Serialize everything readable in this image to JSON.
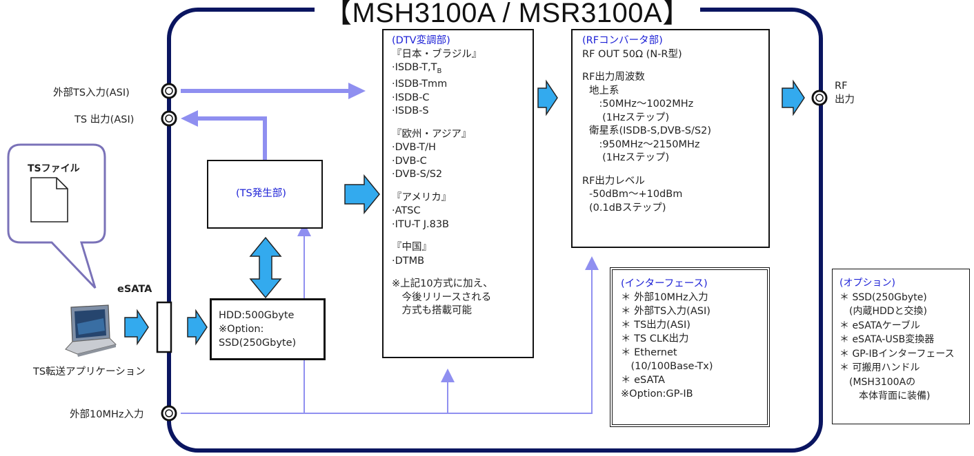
{
  "title": "【MSH3100A / MSR3100A】",
  "colors": {
    "frame": "#0a1560",
    "thin_line": "#8f8ff0",
    "block_arrow_fill": "#33aaee",
    "heading_blue": "#1e22d6"
  },
  "ports": {
    "ext_ts_in": "外部TS入力(ASI)",
    "ts_out": "TS 出力(ASI)",
    "ext_10mhz": "外部10MHz入力",
    "rf_out": [
      "RF",
      "出力"
    ]
  },
  "callout": {
    "label": "TSファイル",
    "icon": "document-icon"
  },
  "esata_label": "eSATA",
  "laptop": {
    "icon": "laptop-icon",
    "label": "TS転送アプリケーション"
  },
  "ts_gen": {
    "title": "(TS発生部)"
  },
  "hdd": {
    "lines": [
      "HDD:500Gbyte",
      "※Option:",
      "SSD(250Gbyte)"
    ]
  },
  "dtv": {
    "title": "(DTV変調部)",
    "groups": [
      {
        "header": "『日本・ブラジル』",
        "items": [
          "·ISDB-T,T",
          "·ISDB-Tmm",
          "·ISDB-C",
          "·ISDB-S"
        ],
        "first_item_subscript": "B"
      },
      {
        "header": "『欧州・アジア』",
        "items": [
          "·DVB-T/H",
          "·DVB-C",
          "·DVB-S/S2"
        ]
      },
      {
        "header": "『アメリカ』",
        "items": [
          "·ATSC",
          "·ITU-T J.83B"
        ]
      },
      {
        "header": "『中国』",
        "items": [
          "·DTMB"
        ]
      }
    ],
    "note": [
      "※上記10方式に加え、",
      "　今後リリースされる",
      "　方式も搭載可能"
    ]
  },
  "rf": {
    "title": "(RFコンバータ部)",
    "out": "RF OUT 50Ω (N-R型)",
    "freq_title": "RF出力周波数",
    "freq_lines": [
      "地上系",
      "　:50MHz〜1002MHz",
      "　 (1Hzステップ)",
      "衛星系(ISDB-S,DVB-S/S2)",
      "　:950MHz〜2150MHz",
      "　 (1Hzステップ)"
    ],
    "level_title": "RF出力レベル",
    "level_lines": [
      "-50dBm〜+10dBm",
      " (0.1dBステップ)"
    ]
  },
  "interface": {
    "title": "(インターフェース)",
    "lines": [
      "＊ 外部10MHz入力",
      "＊ 外部TS入力(ASI)",
      "＊ TS出力(ASI)",
      "＊ TS CLK出力",
      "＊ Ethernet",
      "　(10/100Base-Tx)",
      "＊ eSATA",
      "※Option:GP-IB"
    ]
  },
  "options": {
    "title": "(オプション)",
    "lines": [
      "＊ SSD(250Gbyte)",
      "　(内蔵HDDと交換)",
      "＊ eSATAケーブル",
      "＊ eSATA-USB変換器",
      "＊ GP-IBインターフェース",
      "＊ 可搬用ハンドル",
      "　(MSH3100Aの",
      "　　本体背面に装備)"
    ]
  }
}
